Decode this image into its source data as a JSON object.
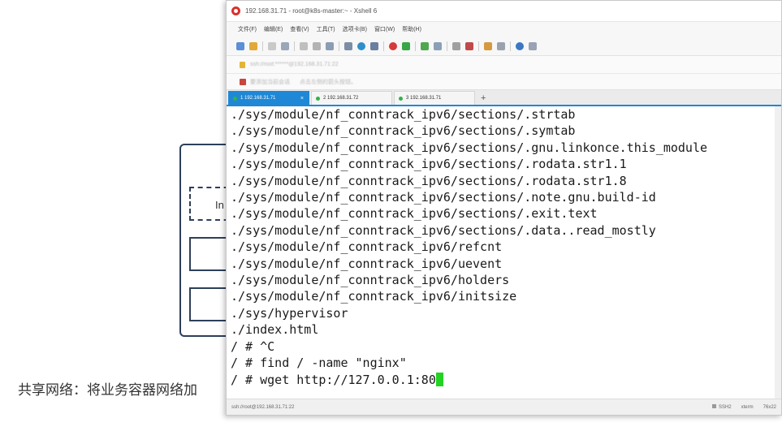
{
  "slide": {
    "box_label": "In",
    "caption": "共享网络：将业务容器网络加"
  },
  "window": {
    "title": "192.168.31.71 - root@k8s-master:~ - Xshell 6",
    "menu": [
      "文件(F)",
      "编辑(E)",
      "查看(V)",
      "工具(T)",
      "选项卡(B)",
      "窗口(W)",
      "帮助(H)"
    ],
    "address": "ssh://root:******@192.168.31.71:22",
    "info": [
      "要添加当前会话",
      "点击左侧的箭头按钮。"
    ],
    "tabs": [
      {
        "label": "1 192.168.31.71",
        "active": true
      },
      {
        "label": "2 192.168.31.72",
        "active": false
      },
      {
        "label": "3 192.168.31.71",
        "active": false
      }
    ],
    "tab_add": "+",
    "tab_close": "×"
  },
  "terminal": {
    "lines": [
      "./sys/module/nf_conntrack_ipv6/sections/.strtab",
      "./sys/module/nf_conntrack_ipv6/sections/.symtab",
      "./sys/module/nf_conntrack_ipv6/sections/.gnu.linkonce.this_module",
      "./sys/module/nf_conntrack_ipv6/sections/.rodata.str1.1",
      "./sys/module/nf_conntrack_ipv6/sections/.rodata.str1.8",
      "./sys/module/nf_conntrack_ipv6/sections/.note.gnu.build-id",
      "./sys/module/nf_conntrack_ipv6/sections/.exit.text",
      "./sys/module/nf_conntrack_ipv6/sections/.data..read_mostly",
      "./sys/module/nf_conntrack_ipv6/refcnt",
      "./sys/module/nf_conntrack_ipv6/uevent",
      "./sys/module/nf_conntrack_ipv6/holders",
      "./sys/module/nf_conntrack_ipv6/initsize",
      "./sys/hypervisor",
      "./index.html",
      "/ # ^C",
      "/ # find / -name \"nginx\""
    ],
    "prompt_line": "/ # wget http://127.0.0.1:80"
  },
  "status": {
    "connection": "ssh://root@192.168.31.71:22",
    "protocol": "SSH2",
    "terminal_type": "xterm",
    "size": "76x22"
  },
  "colors": {
    "tab_active": "#1e88d6",
    "cursor": "#22d322",
    "frame": "#2e3f5a"
  }
}
